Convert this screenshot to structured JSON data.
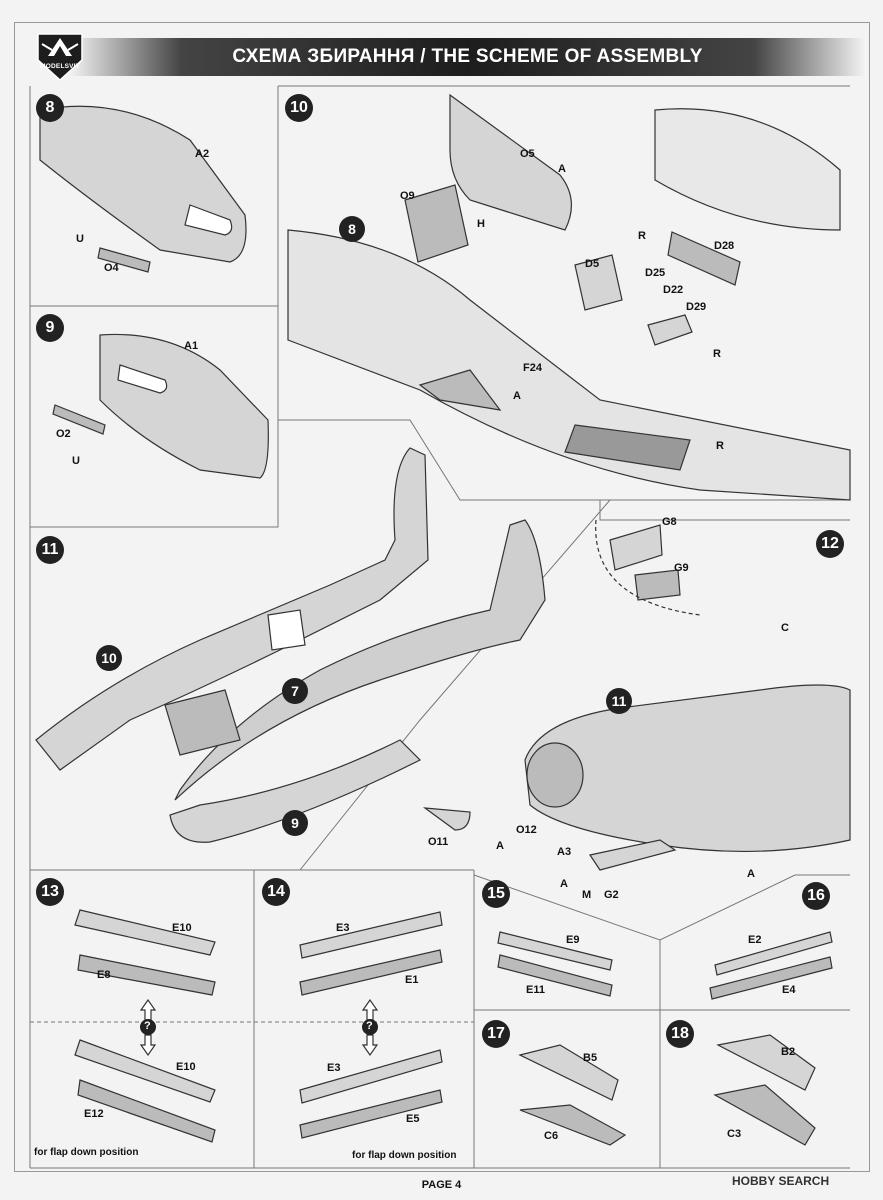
{
  "header": {
    "title": "СХЕМА ЗБИРАННЯ / THE SCHEME OF ASSEMBLY",
    "logo_text": "MODELSVIT"
  },
  "steps": {
    "s8": {
      "number": "8",
      "labels": [
        "A2",
        "U",
        "O4"
      ]
    },
    "s9": {
      "number": "9",
      "labels": [
        "A1",
        "O2",
        "U"
      ]
    },
    "s10": {
      "number": "10",
      "labels": [
        "O5",
        "A",
        "O9",
        "H",
        "8",
        "R",
        "D28",
        "D5",
        "D25",
        "D22",
        "D29",
        "R",
        "F24",
        "A",
        "R"
      ]
    },
    "s11": {
      "number": "11",
      "labels": [
        "10",
        "7",
        "9"
      ]
    },
    "s12": {
      "number": "12",
      "labels": [
        "G8",
        "G9",
        "C",
        "11",
        "O11",
        "A",
        "O12",
        "A3",
        "A",
        "M",
        "G2",
        "A"
      ]
    },
    "s13": {
      "number": "13",
      "labels": [
        "E10",
        "E8",
        "E10",
        "E12"
      ],
      "note": "for flap down position"
    },
    "s14": {
      "number": "14",
      "labels": [
        "E3",
        "E1",
        "E3",
        "E5"
      ],
      "note": "for flap down position"
    },
    "s15": {
      "number": "15",
      "labels": [
        "E9",
        "E11"
      ]
    },
    "s16": {
      "number": "16",
      "labels": [
        "E2",
        "E4"
      ]
    },
    "s17": {
      "number": "17",
      "labels": [
        "B5",
        "C6"
      ]
    },
    "s18": {
      "number": "18",
      "labels": [
        "B2",
        "C3"
      ]
    }
  },
  "question_mark": "?",
  "footer": {
    "page": "PAGE 4"
  },
  "watermark": "HOBBY SEARCH",
  "colors": {
    "badge": "#222222",
    "header": "#1d1d1d",
    "part_grey": "#c9c9c9",
    "line": "#333333"
  }
}
